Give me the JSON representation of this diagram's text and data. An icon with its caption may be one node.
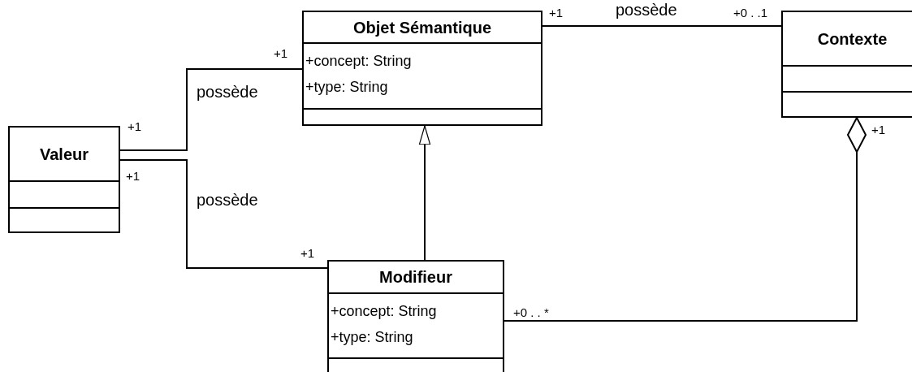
{
  "diagram": {
    "nodes": [
      {
        "text": [
          "Objet Sémantique",
          "+concept: String",
          "+type: String"
        ]
      },
      {
        "text": [
          "Contexte"
        ]
      },
      {
        "text": [
          "Valeur"
        ]
      },
      {
        "text": [
          "Modifieur",
          "+concept: String",
          "+type: String"
        ]
      }
    ],
    "edges": [
      {
        "from": 2,
        "to": 0,
        "arrow": "none",
        "label": "possède"
      },
      {
        "from": 2,
        "to": 3,
        "arrow": "none",
        "label": "possède"
      },
      {
        "from": 0,
        "to": 1,
        "arrow": "none",
        "label": "possède"
      },
      {
        "from": 3,
        "to": 0,
        "arrow": "to"
      },
      {
        "from": 3,
        "to": 1,
        "arrow": "other"
      }
    ],
    "labels": [
      "+1",
      "+0 . .1",
      "+1",
      "+1",
      "+1",
      "+1",
      "+1",
      "+0 . . *"
    ]
  }
}
